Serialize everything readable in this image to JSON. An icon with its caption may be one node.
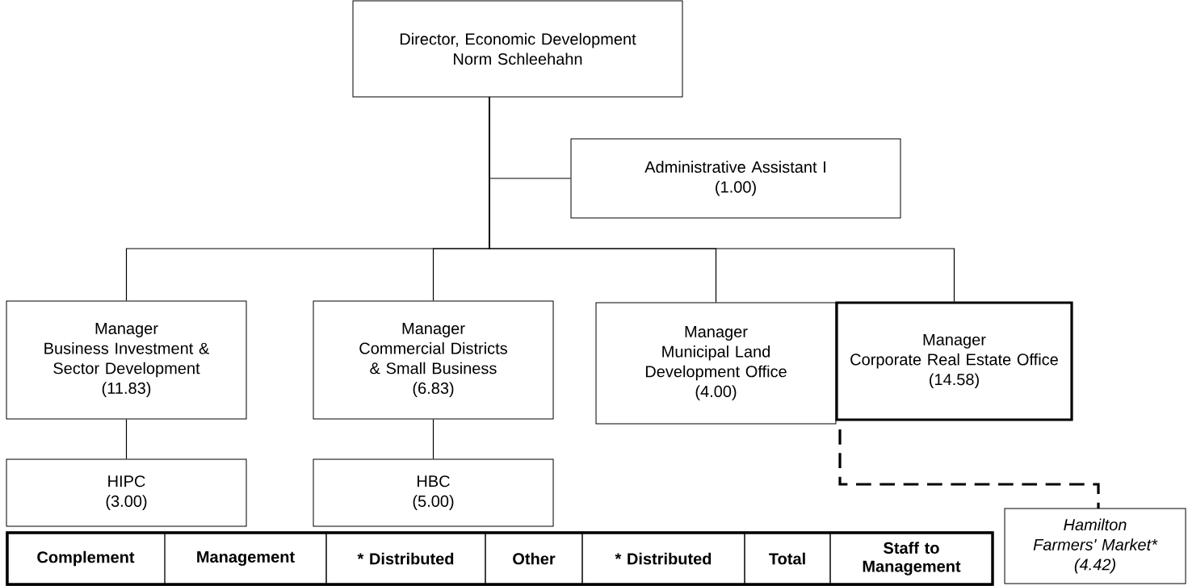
{
  "diagram": {
    "nodes": [
      {
        "text": [
          "Director, Economic Development",
          "Norm Schleehahn"
        ]
      },
      {
        "text": [
          "Administrative Assistant I",
          "(1.00)"
        ]
      },
      {
        "text": [
          "Manager",
          "Business Investment & Sector Development",
          "(11.83)"
        ]
      },
      {
        "text": [
          "Manager",
          "Commercial Districts & Small Business",
          "(6.83)"
        ]
      },
      {
        "text": [
          "Manager",
          "Municipal Land Development Office",
          "(4.00)"
        ]
      },
      {
        "text": [
          "Manager",
          "Corporate Real Estate Office",
          "(14.58)"
        ]
      },
      {
        "text": [
          "HIPC",
          "(3.00)"
        ]
      },
      {
        "text": [
          "HBC",
          "(5.00)"
        ]
      },
      {
        "text": [
          "Hamilton Farmers' Market*",
          "(4.42)"
        ]
      }
    ],
    "edges": [
      {
        "from": 0,
        "to": 1,
        "arrow": "none"
      },
      {
        "from": 0,
        "to": 2,
        "arrow": "none"
      },
      {
        "from": 0,
        "to": 3,
        "arrow": "none"
      },
      {
        "from": 0,
        "to": 4,
        "arrow": "none"
      },
      {
        "from": 0,
        "to": 5,
        "arrow": "none"
      },
      {
        "from": 2,
        "to": 6,
        "arrow": "none"
      },
      {
        "from": 3,
        "to": 7,
        "arrow": "none"
      },
      {
        "from": 5,
        "to": 8,
        "arrow": "none",
        "style": "dashed"
      }
    ],
    "labels": [
      "Complement",
      "Management",
      "* Distributed",
      "Other",
      "* Distributed",
      "Total",
      "Staff to Management"
    ]
  }
}
